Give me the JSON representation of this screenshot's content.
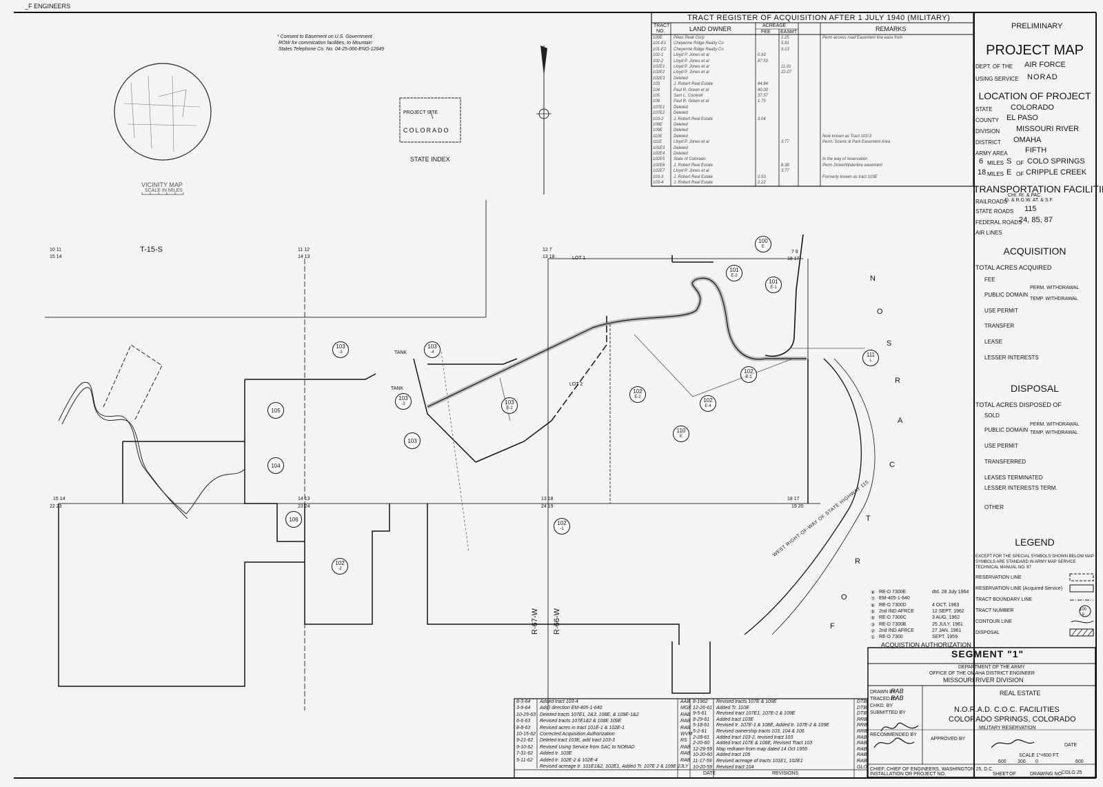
{
  "corner_label": "_F ENGINEERS",
  "consent_note": [
    "* Consent to Easement on U.S. Government",
    "ROW for commication facilities, to Mountain",
    "States Telephone Co. No. 04-25-066-ENG-12649"
  ],
  "vicinity_map": {
    "title": "VICINITY MAP",
    "scale": "SCALE IN MILES"
  },
  "state_index": {
    "title": "STATE INDEX",
    "state": "COLORADO",
    "site": "PROJECT SITE"
  },
  "register": {
    "title": "TRACT REGISTER OF ACQUISITION AFTER 1 JULY 1940 (MILITARY)",
    "col_tract": [
      "TRACT",
      "NO."
    ],
    "col_owner": "LAND OWNER",
    "col_acreage": "ACREAGE",
    "col_fee": "FEE",
    "col_easmt": "EASMT",
    "col_remarks": "REMARKS",
    "rows": [
      {
        "no": "100E",
        "owner": "Pikes Peak Corp",
        "fee": "",
        "easmt": "1.25",
        "remarks": "Perm access road Easement line ease from"
      },
      {
        "no": "101-E1",
        "owner": "Cheyenne Ridge Realty Co",
        "fee": "",
        "easmt": "5.91",
        "remarks": ""
      },
      {
        "no": "101-E2",
        "owner": "Cheyenne Ridge Realty Co",
        "fee": "",
        "easmt": "9.13",
        "remarks": ""
      },
      {
        "no": "102-1",
        "owner": "Lloyd P. Jones et al",
        "fee": "0.93",
        "easmt": "",
        "remarks": ""
      },
      {
        "no": "102-2",
        "owner": "Lloyd P. Jones et al",
        "fee": "87.53",
        "easmt": "",
        "remarks": ""
      },
      {
        "no": "102E1",
        "owner": "Lloyd P. Jones et al",
        "fee": "",
        "easmt": "11.01",
        "remarks": ""
      },
      {
        "no": "102E2",
        "owner": "Lloyd P. Jones et al",
        "fee": "",
        "easmt": "22.07",
        "remarks": ""
      },
      {
        "no": "102E3",
        "owner": "Deleted",
        "fee": "",
        "easmt": "",
        "remarks": ""
      },
      {
        "no": "103",
        "owner": "J. Robert Real Estate",
        "fee": "84.84",
        "easmt": "",
        "remarks": ""
      },
      {
        "no": "104",
        "owner": "Paul R. Green et al",
        "fee": "40.00",
        "easmt": "",
        "remarks": ""
      },
      {
        "no": "105",
        "owner": "Sam L. Cockrell",
        "fee": "37.57",
        "easmt": "",
        "remarks": ""
      },
      {
        "no": "106",
        "owner": "Paul R. Green et al",
        "fee": "1.75",
        "easmt": "",
        "remarks": ""
      },
      {
        "no": "107E1",
        "owner": "Deleted",
        "fee": "",
        "easmt": "",
        "remarks": ""
      },
      {
        "no": "107E2",
        "owner": "Deleted",
        "fee": "",
        "easmt": "",
        "remarks": ""
      },
      {
        "no": "103-2",
        "owner": "J. Robert Real Estate",
        "fee": "3.04",
        "easmt": "",
        "remarks": ""
      },
      {
        "no": "108E",
        "owner": "Deleted",
        "fee": "",
        "easmt": "",
        "remarks": ""
      },
      {
        "no": "109E",
        "owner": "Deleted",
        "fee": "",
        "easmt": "",
        "remarks": ""
      },
      {
        "no": "110E",
        "owner": "Deleted",
        "fee": "",
        "easmt": "",
        "remarks": "Now known as Tract 103-3"
      },
      {
        "no": "111E",
        "owner": "Lloyd P. Jones et al",
        "fee": "",
        "easmt": "3.77",
        "remarks": "Perm. Scenic & Park Easement Area"
      },
      {
        "no": "101E3",
        "owner": "Deleted",
        "fee": "",
        "easmt": "",
        "remarks": ""
      },
      {
        "no": "102E4",
        "owner": "Deleted",
        "fee": "",
        "easmt": "",
        "remarks": ""
      },
      {
        "no": "102E5",
        "owner": "State of Colorado",
        "fee": "",
        "easmt": "",
        "remarks": "In the way of reservation"
      },
      {
        "no": "102E6",
        "owner": "J. Robert Real Estate",
        "fee": "",
        "easmt": "8.38",
        "remarks": "Perm Street/Waterline easement"
      },
      {
        "no": "102E7",
        "owner": "Lloyd P. Jones et al",
        "fee": "",
        "easmt": "3.77",
        "remarks": ""
      },
      {
        "no": "103-3",
        "owner": "J. Robert Real Estate",
        "fee": "0.53",
        "easmt": "",
        "remarks": "Formerly known as tract 103E"
      },
      {
        "no": "103-4",
        "owner": "J. Robert Real Estate",
        "fee": "2.22",
        "easmt": "",
        "remarks": ""
      }
    ]
  },
  "township": {
    "label": "T-15-S",
    "range_w": "R-67-W",
    "range_e": "R-66-W"
  },
  "section_numbers": [
    "10 11",
    "15 14",
    "11 12",
    "14 13",
    "12 7",
    "13 18",
    "LOT 1",
    "7 8",
    "18 17",
    "15 14",
    "22 23",
    "14 13",
    "23 24",
    "13 18",
    "24 19",
    "18 17",
    "19 20",
    "LOT 2"
  ],
  "tracts": [
    {
      "label": "100",
      "sub": "E"
    },
    {
      "label": "101",
      "sub": "E-2"
    },
    {
      "label": "101",
      "sub": "E-1"
    },
    {
      "label": "103",
      "sub": "-3"
    },
    {
      "label": "103",
      "sub": "-4"
    },
    {
      "label": "103",
      "sub": "-2"
    },
    {
      "label": "103",
      "sub": "E-2"
    },
    {
      "label": "102",
      "sub": "E-2"
    },
    {
      "label": "102",
      "sub": "E-4"
    },
    {
      "label": "102",
      "sub": "E-1"
    },
    {
      "label": "111",
      "sub": "L"
    },
    {
      "label": "105",
      "sub": ""
    },
    {
      "label": "104",
      "sub": ""
    },
    {
      "label": "103",
      "sub": ""
    },
    {
      "label": "110",
      "sub": "E"
    },
    {
      "label": "106",
      "sub": ""
    },
    {
      "label": "102",
      "sub": "-1"
    },
    {
      "label": "102",
      "sub": "-2"
    }
  ],
  "highway_label": "WEST RIGHT-OF-WAY OF STATE HIGHWAY 115",
  "fort_letters": [
    "N",
    "O",
    "S",
    "R",
    "A",
    "C",
    "T",
    "R",
    "O",
    "F"
  ],
  "map_words": {
    "tank": "TANK",
    "tank2": "TANK"
  },
  "panel": {
    "preliminary": "PRELIMINARY",
    "project_map": "PROJECT MAP",
    "dept_label": "DEPT. OF THE",
    "dept": "AIR FORCE",
    "service_label": "USING SERVICE",
    "service": "NORAD",
    "location_title": "LOCATION OF PROJECT",
    "state_label": "STATE",
    "state": "COLORADO",
    "county_label": "COUNTY",
    "county": "EL PASO",
    "division_label": "DIVISION",
    "division": "MISSOURI RIVER",
    "district_label": "DISTRICT",
    "district": "OMAHA",
    "army_label": "ARMY AREA",
    "army": "FIFTH",
    "dist1_miles": "6",
    "dist1_dir": "S",
    "dist1_city": "COLO SPRINGS",
    "dist2_miles": "18",
    "dist2_dir": "E",
    "dist2_city": "CRIPPLE CREEK",
    "miles_label": "MILES",
    "of_label": "OF",
    "transport_title": "TRANSPORTATION FACILITIES",
    "railroads_label": "RAILROADS",
    "railroads_1": "CHI. RI. & PAC.",
    "railroads_2": "D. & R.G.W. AT. & S.F.",
    "state_roads_label": "STATE ROADS",
    "state_roads": "115",
    "federal_roads_label": "FEDERAL ROADS",
    "federal_roads": "24, 85, 87",
    "airlines_label": "AIR LINES",
    "acquisition_title": "ACQUISITION",
    "total_acquired": "TOTAL ACRES ACQUIRED",
    "fee": "FEE",
    "public_domain": "PUBLIC DOMAIN",
    "perm_withdrawal": "PERM. WITHDRAWAL",
    "temp_withdrawal": "TEMP. WITHDRAWAL",
    "use_permit": "USE PERMIT",
    "transfer": "TRANSFER",
    "lease": "LEASE",
    "lesser": "LESSER INTERESTS",
    "disposal_title": "DISPOSAL",
    "total_disposed": "TOTAL ACRES DISPOSED OF",
    "sold": "SOLD",
    "d_public_domain": "PUBLIC DOMAIN",
    "d_perm": "PERM. WITHDRAWAL",
    "d_temp": "TEMP. WITHDRAWAL",
    "d_use_permit": "USE PERMIT",
    "transferred": "TRANSFERRED",
    "leases_terminated": "LEASES TERMINATED",
    "lesser_term": "LESSER INTERESTS TERM.",
    "other": "OTHER",
    "legend_title": "LEGEND",
    "legend_note": [
      "EXCEPT FOR THE SPECIAL SYMBOLS SHOWN BELOW MAP",
      "SYMBOLS ARE STANDARD IN ARMY MAP SERVICE",
      "TECHNICAL MANUAL NO. 87"
    ],
    "legend_items": [
      "RESERVATION LINE",
      "RESERVATION LINE (Acquired Service)",
      "TRACT BOUNDARY LINE",
      "TRACT NUMBER",
      "CONTOUR LINE",
      "DISPOSAL"
    ],
    "legend_tract_sample": "100",
    "legend_tract_sub": "E"
  },
  "authorization": {
    "title": "ACQUISTION AUTHORIZATION",
    "rows": [
      {
        "mark": "⑧",
        "ref": "RE-D 7300E",
        "date": "dtd. 28 July 1964"
      },
      {
        "mark": "⑦",
        "ref": "EM-405-1-640",
        "date": ""
      },
      {
        "mark": "⑥",
        "ref": "RE-D 7300D",
        "date": "4 OCT. 1963"
      },
      {
        "mark": "⑤",
        "ref": "2nd IND AFRCE",
        "date": "12 SEPT. 1962"
      },
      {
        "mark": "④",
        "ref": "RE-D 7300C",
        "date": "3 AUG. 1962"
      },
      {
        "mark": "③",
        "ref": "RE-D 7300B",
        "date": "25 JULY, 1961"
      },
      {
        "mark": "②",
        "ref": "2nd IND AFRCE",
        "date": "27 JAN. 1961"
      },
      {
        "mark": "①",
        "ref": "RE-D 7300",
        "date": "SEPT. 1959"
      }
    ]
  },
  "title_block": {
    "segment": "SEGMENT \"1\"",
    "dept_army": "DEPARTMENT OF THE ARMY",
    "office": "OFFICE OF THE OMAHA DISTRICT ENGINEER",
    "division": "MISSOURI RIVER DIVISION",
    "real_estate": "REAL ESTATE",
    "project_1": "N.O.R.A.D. C.O.C. FACILITIES",
    "project_2": "COLORADO SPRINGS, COLORADO",
    "military": "MILITARY RESERVATION",
    "drawn_label": "DRAWN BY",
    "drawn": "RAB",
    "traced_label": "TRACED BY",
    "traced": "RAB",
    "checked_label": "CHKD. BY",
    "submitted_label": "SUBMITTED BY",
    "recommended_label": "RECOMMENDED BY",
    "approved_label": "APPROVED BY",
    "date_label": "DATE",
    "chief": "CHIEF, CHIEF OF ENGINEERS, WASHINGTON 25, D.C.",
    "scale_label": "SCALE 1\"=600 FT.",
    "scale_ticks": [
      "600",
      "300",
      "0",
      "600"
    ],
    "installation_label": "INSTALLATION OR PROJECT NO.",
    "sheet_label": "SHEET",
    "of_label": "OF",
    "drawing_label": "DRAWING NO.",
    "drawing_no": "COLO 25"
  },
  "revisions": {
    "header_date": "DATE",
    "header_rev": "REVISIONS",
    "left": [
      {
        "date": "8-3-64",
        "text": "Added tract 103-4",
        "by": "AAB"
      },
      {
        "date": "3-9-64",
        "text": "Add'l direction EM-405-1-640",
        "by": "MGK"
      },
      {
        "date": "10-25-63",
        "text": "Deleted tracts 107E1, 2&3, 108E, & 109E-1&2",
        "by": "RAB"
      },
      {
        "date": "6-6-63",
        "text": "Revised tracts 107E1&2 & 108E 109E",
        "by": "RAB"
      },
      {
        "date": "8-8-63",
        "text": "Revised acres in tract 101E-1 & 102E-1",
        "by": "RAB"
      },
      {
        "date": "10-15-62",
        "text": "Corrected Acquisition Authorization",
        "by": "WVM"
      },
      {
        "date": "9-21-62",
        "text": "Deleted tract 103E, add tract 103-3",
        "by": "RS"
      },
      {
        "date": "9-10-62",
        "text": "Revised Using Service from SAC to NORAD",
        "by": "RAB"
      },
      {
        "date": "7-31-62",
        "text": "Added tr. 103E",
        "by": "RAB"
      },
      {
        "date": "5-11-62",
        "text": "Added tr. 102E-2 & 102E-4",
        "by": "RAB"
      },
      {
        "date": "",
        "text": "Revised acreage tr. 101E1&2, 102E1, Added Tr. 107E 2 & 109E 2",
        "by": "JLY"
      }
    ],
    "right": [
      {
        "date": "8-1962",
        "text": "Revised tracts 107E & 109E",
        "by": "DTB"
      },
      {
        "date": "12-26-61",
        "text": "Added Tr. 110E",
        "by": "DTB"
      },
      {
        "date": "9-5-61",
        "text": "Revised tract 107E1, 107E-2 & 109E",
        "by": "DTB"
      },
      {
        "date": "8-29-61",
        "text": "Added tract 103E",
        "by": "RRB"
      },
      {
        "date": "5-18-61",
        "text": "Revised tr. 107E-1 & 108E, Added tr. 107E-2 & 109E",
        "by": "RRB"
      },
      {
        "date": "5-2-61",
        "text": "Revised ownership tracts 103, 104 & 106",
        "by": "RRB"
      },
      {
        "date": "2-28-61",
        "text": "Added tract 103-2, revised tract 103",
        "by": "RAB"
      },
      {
        "date": "2-20-60",
        "text": "Added tract 107E & 108E, Revised Tract 103",
        "by": "RAB"
      },
      {
        "date": "12-29-59",
        "text": "Map redrawn from map dated 14 Oct 1959",
        "by": "RAB"
      },
      {
        "date": "10-20-60",
        "text": "Added tract 105",
        "by": "RAB"
      },
      {
        "date": "11-17-59",
        "text": "Revised acreage of tracts 101E1, 102E1",
        "by": "RAB"
      },
      {
        "date": "10-20-59",
        "text": "Revised tract 104",
        "by": "GLO"
      }
    ]
  }
}
